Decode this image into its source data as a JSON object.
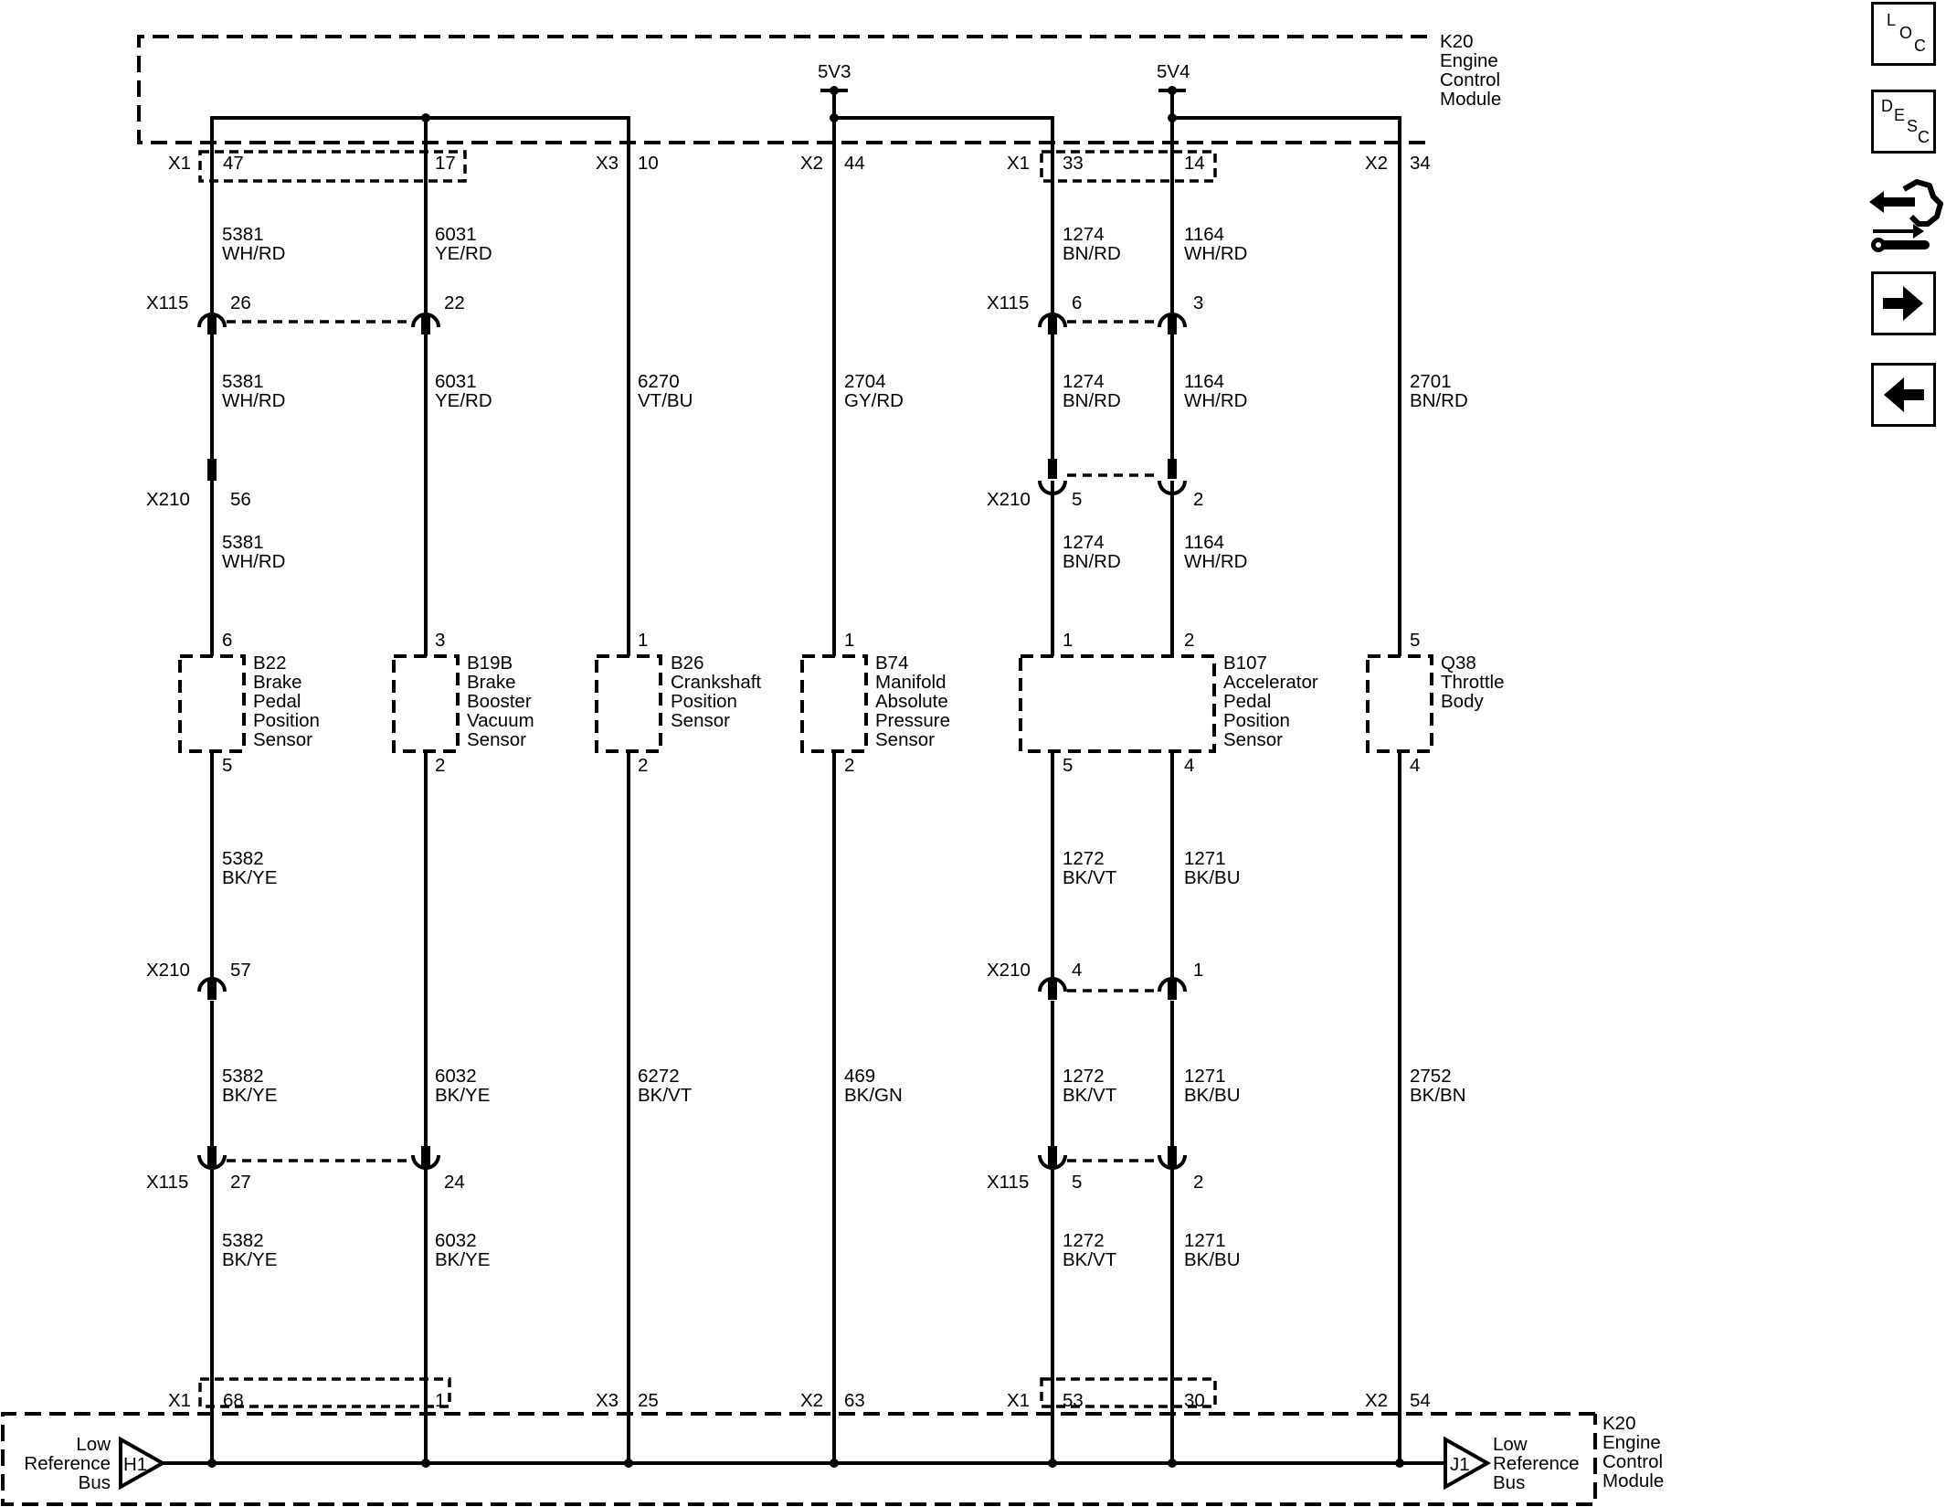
{
  "module": {
    "label": "K20\nEngine\nControl\nModule"
  },
  "supplies": [
    {
      "label": "5V3"
    },
    {
      "label": "5V4"
    }
  ],
  "top_connectors": [
    {
      "conn": "X1",
      "pin": "47"
    },
    {
      "conn": "",
      "pin": "17"
    },
    {
      "conn": "X3",
      "pin": "10"
    },
    {
      "conn": "X2",
      "pin": "44"
    },
    {
      "conn": "X1",
      "pin": "33"
    },
    {
      "conn": "",
      "pin": "14"
    },
    {
      "conn": "X2",
      "pin": "34"
    }
  ],
  "bottom_connectors": [
    {
      "conn": "X1",
      "pin": "68"
    },
    {
      "conn": "",
      "pin": "1"
    },
    {
      "conn": "X3",
      "pin": "25"
    },
    {
      "conn": "X2",
      "pin": "63"
    },
    {
      "conn": "X1",
      "pin": "53"
    },
    {
      "conn": "",
      "pin": "30"
    },
    {
      "conn": "X2",
      "pin": "54"
    }
  ],
  "wires": [
    {
      "circuit": "5381",
      "color": "WH/RD"
    },
    {
      "circuit": "6031",
      "color": "YE/RD"
    },
    {
      "circuit": "1274",
      "color": "BN/RD"
    },
    {
      "circuit": "1164",
      "color": "WH/RD"
    },
    {
      "circuit": "5381",
      "color": "WH/RD"
    },
    {
      "circuit": "6031",
      "color": "YE/RD"
    },
    {
      "circuit": "6270",
      "color": "VT/BU"
    },
    {
      "circuit": "2704",
      "color": "GY/RD"
    },
    {
      "circuit": "1274",
      "color": "BN/RD"
    },
    {
      "circuit": "1164",
      "color": "WH/RD"
    },
    {
      "circuit": "2701",
      "color": "BN/RD"
    },
    {
      "circuit": "5381",
      "color": "WH/RD"
    },
    {
      "circuit": "1274",
      "color": "BN/RD"
    },
    {
      "circuit": "1164",
      "color": "WH/RD"
    },
    {
      "circuit": "5382",
      "color": "BK/YE"
    },
    {
      "circuit": "1272",
      "color": "BK/VT"
    },
    {
      "circuit": "1271",
      "color": "BK/BU"
    },
    {
      "circuit": "5382",
      "color": "BK/YE"
    },
    {
      "circuit": "6032",
      "color": "BK/YE"
    },
    {
      "circuit": "6272",
      "color": "BK/VT"
    },
    {
      "circuit": "469",
      "color": "BK/GN"
    },
    {
      "circuit": "1272",
      "color": "BK/VT"
    },
    {
      "circuit": "1271",
      "color": "BK/BU"
    },
    {
      "circuit": "2752",
      "color": "BK/BN"
    },
    {
      "circuit": "5382",
      "color": "BK/YE"
    },
    {
      "circuit": "6032",
      "color": "BK/YE"
    },
    {
      "circuit": "1272",
      "color": "BK/VT"
    },
    {
      "circuit": "1271",
      "color": "BK/BU"
    }
  ],
  "inline_connectors": [
    {
      "name": "X115",
      "pin": "26"
    },
    {
      "name": "",
      "pin": "22"
    },
    {
      "name": "X115",
      "pin": "6"
    },
    {
      "name": "",
      "pin": "3"
    },
    {
      "name": "X210",
      "pin": "56"
    },
    {
      "name": "X210",
      "pin": "5"
    },
    {
      "name": "",
      "pin": "2"
    },
    {
      "name": "X210",
      "pin": "57"
    },
    {
      "name": "X210",
      "pin": "4"
    },
    {
      "name": "",
      "pin": "1"
    },
    {
      "name": "X115",
      "pin": "27"
    },
    {
      "name": "",
      "pin": "24"
    },
    {
      "name": "X115",
      "pin": "5"
    },
    {
      "name": "",
      "pin": "2"
    }
  ],
  "components": [
    {
      "label": "B22\nBrake\nPedal\nPosition\nSensor",
      "pin_top": "6",
      "pin_bottom": "5"
    },
    {
      "label": "B19B\nBrake\nBooster\nVacuum\nSensor",
      "pin_top": "3",
      "pin_bottom": "2"
    },
    {
      "label": "B26\nCrankshaft\nPosition\nSensor",
      "pin_top": "1",
      "pin_bottom": "2"
    },
    {
      "label": "B74\nManifold\nAbsolute\nPressure\nSensor",
      "pin_top": "1",
      "pin_bottom": "2"
    },
    {
      "label": "B107\nAccelerator\nPedal\nPosition\nSensor",
      "pin_top": "1",
      "pin_top_2": "2",
      "pin_bottom": "5",
      "pin_bottom_2": "4"
    },
    {
      "label": "Q38\nThrottle\nBody",
      "pin_top": "5",
      "pin_bottom": "4"
    }
  ],
  "bus": {
    "left_label": "Low\nReference\nBus",
    "left_tag": "H1",
    "right_label": "Low\nReference\nBus",
    "right_tag": "J1",
    "module_label": "K20\nEngine\nControl\nModule"
  },
  "nav": {
    "loc": {
      "l1": "L",
      "l2": "O",
      "l3": "C"
    },
    "desc": {
      "l1": "D",
      "l2": "E",
      "l3": "S",
      "l4": "C"
    },
    "icons": [
      "connector-wrench-icon",
      "right-arrow-icon",
      "left-arrow-icon"
    ]
  }
}
